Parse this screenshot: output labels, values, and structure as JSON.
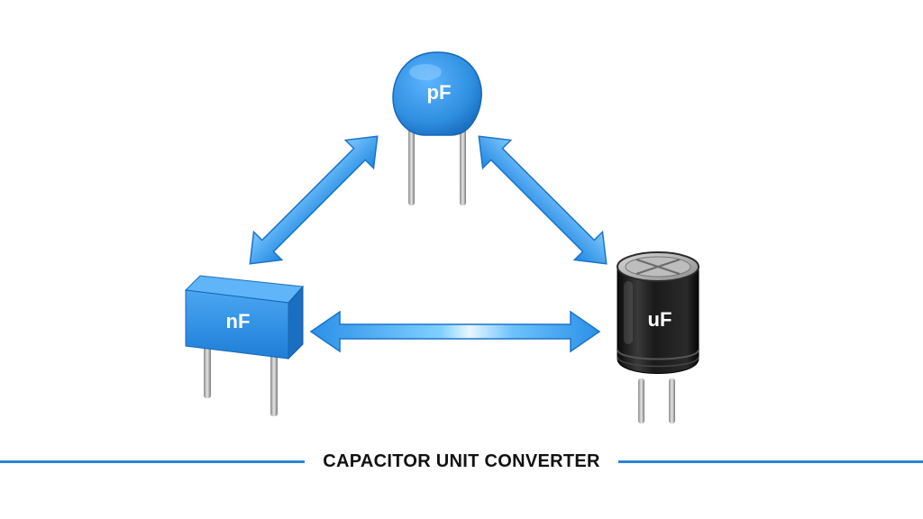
{
  "capacitors": {
    "pf": {
      "label": "pF",
      "kind": "ceramic-disc",
      "color": "#2f8fe0"
    },
    "nf": {
      "label": "nF",
      "kind": "film-box",
      "color": "#2f8fe0"
    },
    "uf": {
      "label": "uF",
      "kind": "electrolytic",
      "color": "#1a1a1a"
    }
  },
  "arrows": [
    {
      "from": "nF",
      "to": "pF"
    },
    {
      "from": "pF",
      "to": "uF"
    },
    {
      "from": "nF",
      "to": "uF"
    }
  ],
  "footer": {
    "title": "CAPACITOR UNIT CONVERTER"
  },
  "colors": {
    "accent": "#2b86d6",
    "arrow": "#3aa3f0"
  }
}
